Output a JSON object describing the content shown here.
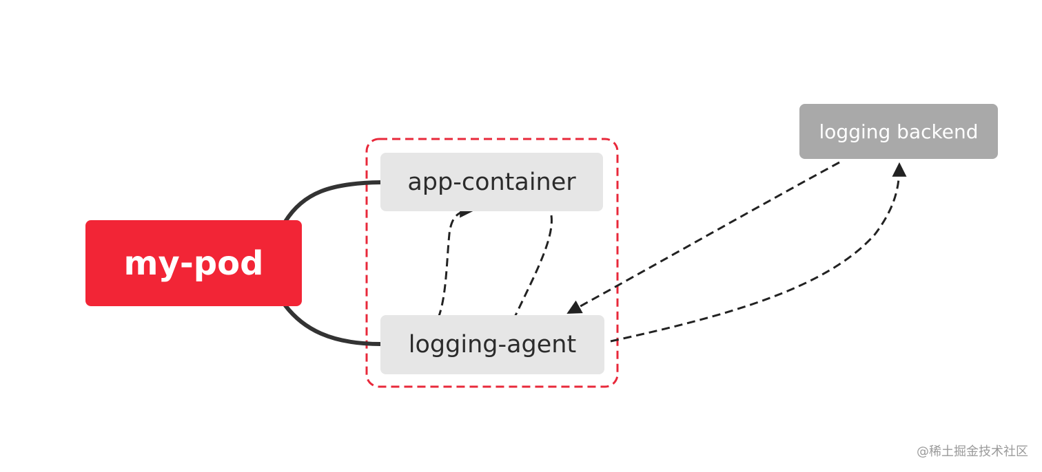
{
  "nodes": {
    "pod": "my-pod",
    "app_container": "app-container",
    "logging_agent": "logging-agent",
    "logging_backend": "logging backend"
  },
  "watermark": "@稀土掘金技术社区",
  "colors": {
    "pod_fill": "#f22536",
    "container_fill": "#e6e6e6",
    "backend_fill": "#a9a9a9",
    "pod_group_border": "#e8283a",
    "connector": "#333333",
    "arrow": "#222222"
  }
}
